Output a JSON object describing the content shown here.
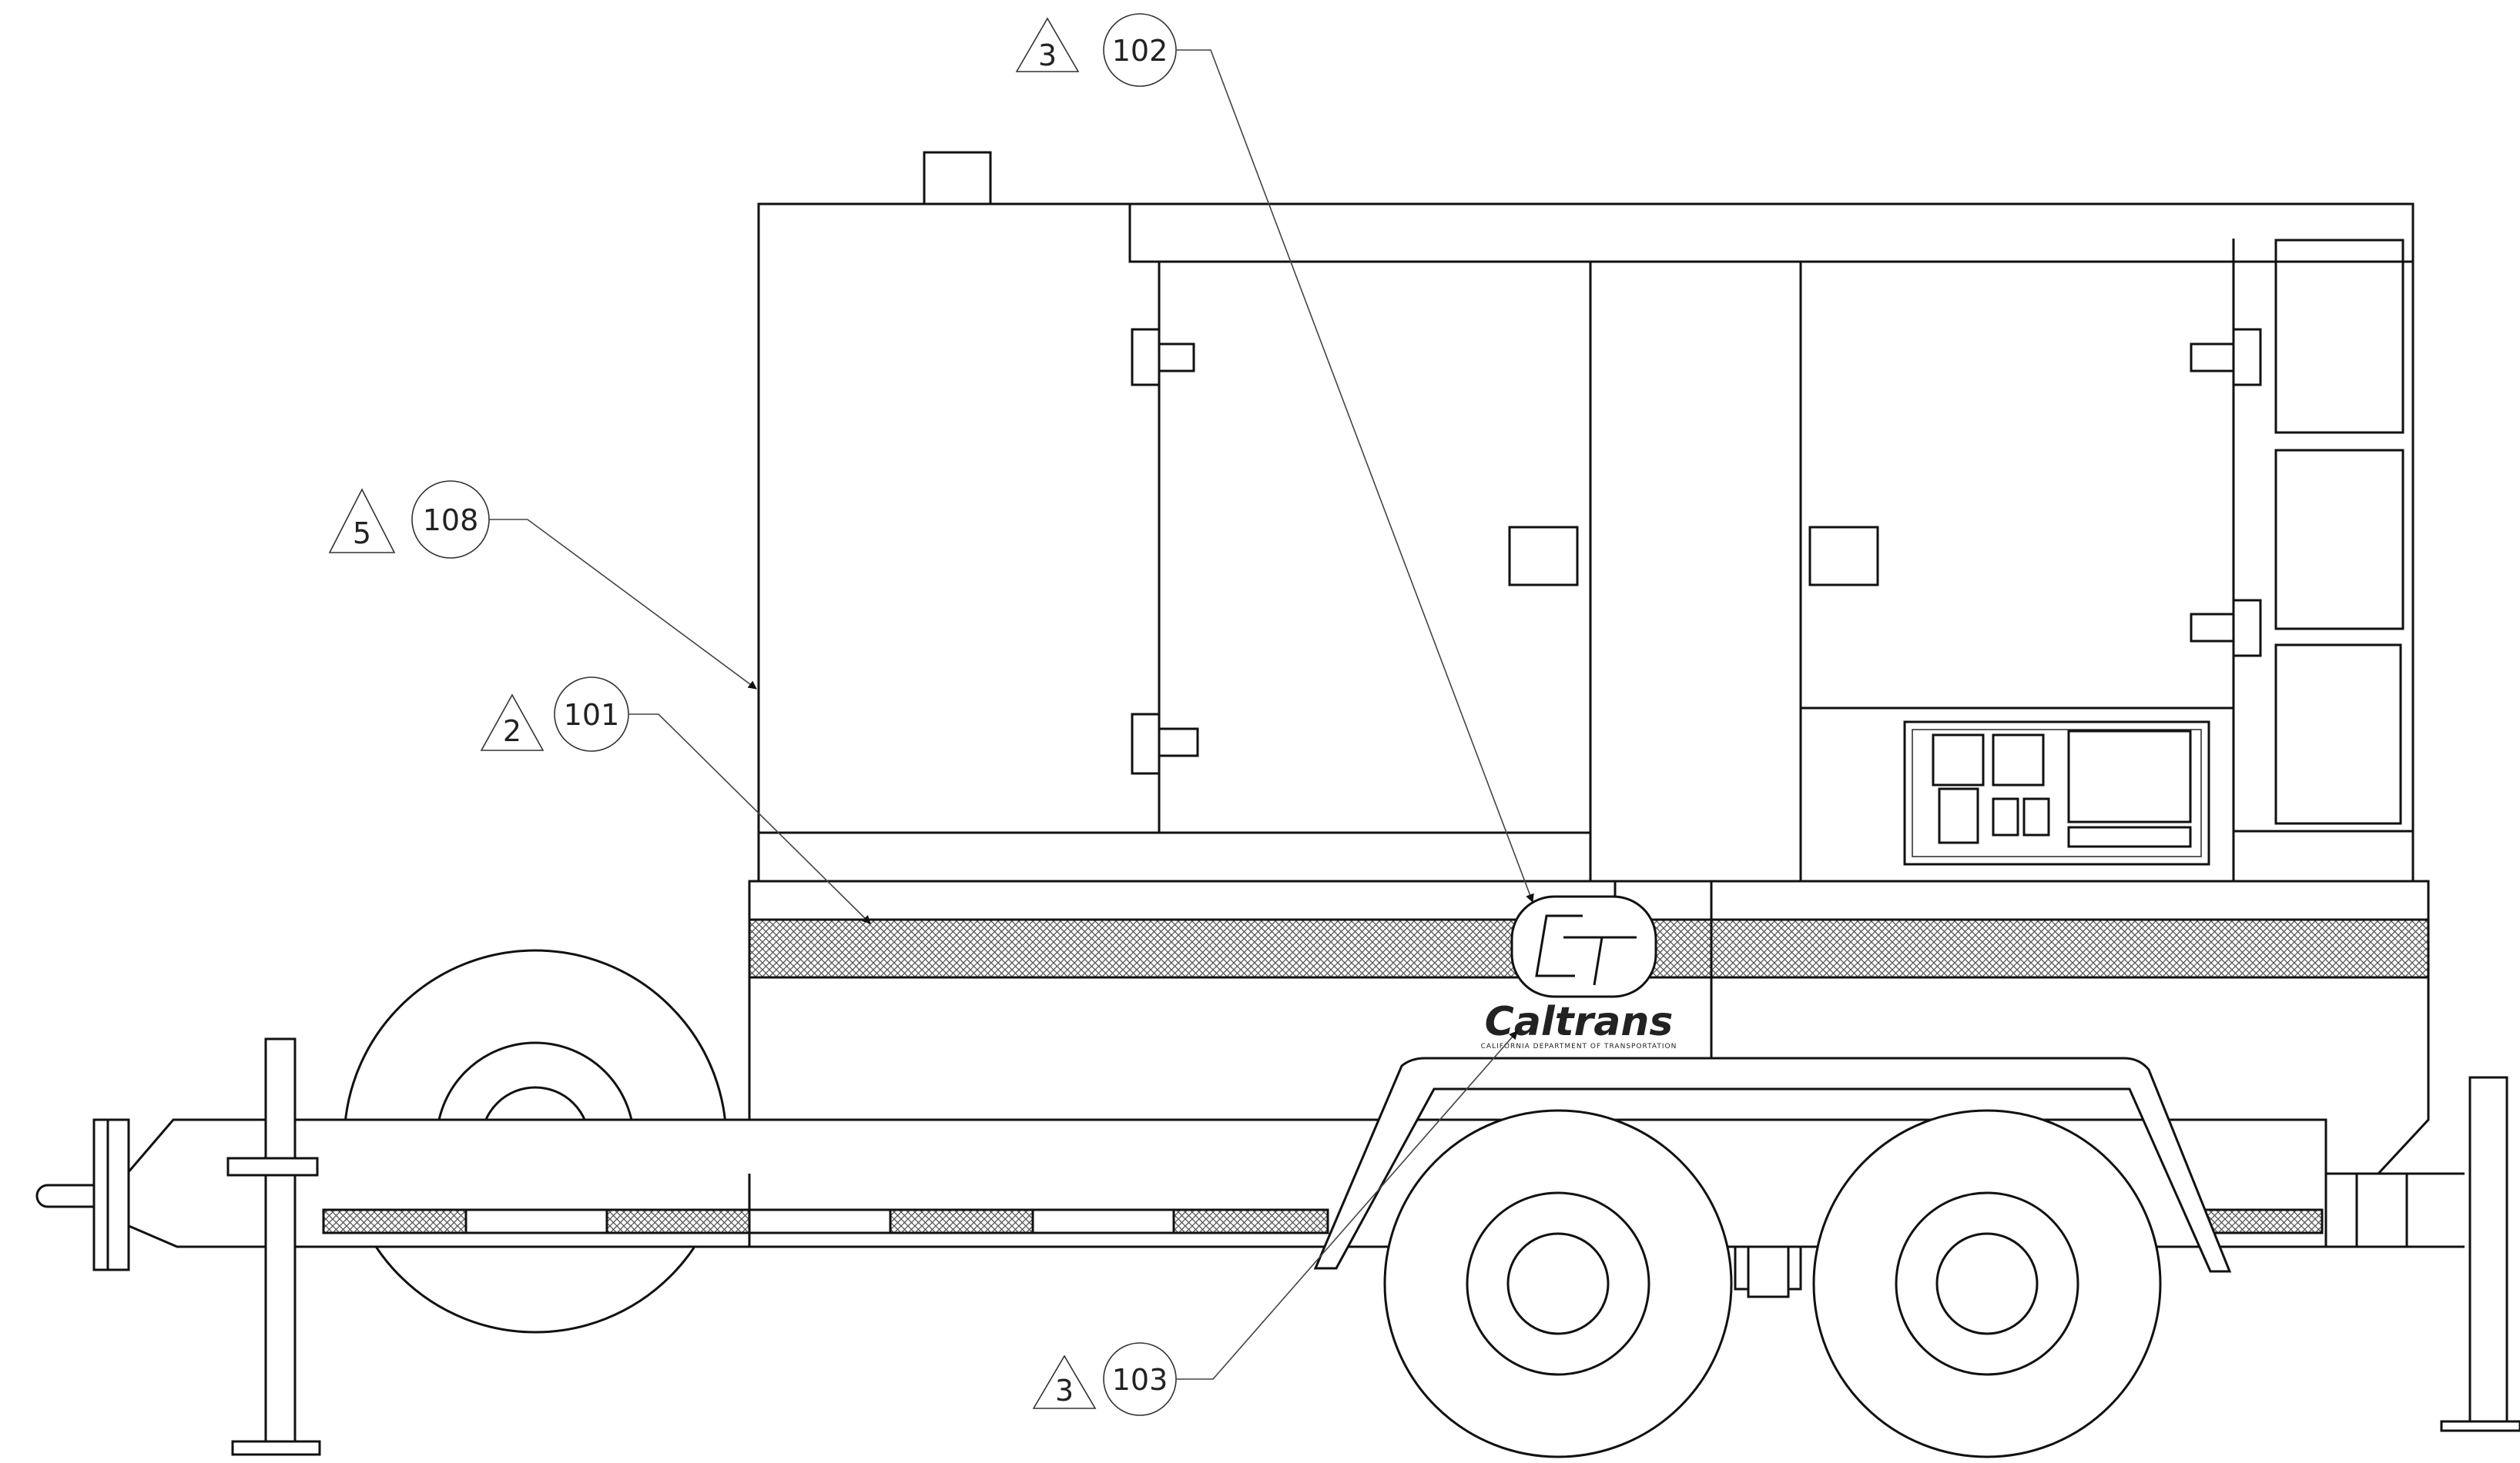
{
  "drawing": {
    "subject": "trailer",
    "logo": {
      "wordmark": "Caltrans",
      "tagline": "CALIFORNIA DEPARTMENT OF TRANSPORTATION"
    }
  },
  "callouts": [
    {
      "id": "c102",
      "triangle": "3",
      "circle": "102"
    },
    {
      "id": "c108",
      "triangle": "5",
      "circle": "108"
    },
    {
      "id": "c101",
      "triangle": "2",
      "circle": "101"
    },
    {
      "id": "c103",
      "triangle": "3",
      "circle": "103"
    }
  ]
}
